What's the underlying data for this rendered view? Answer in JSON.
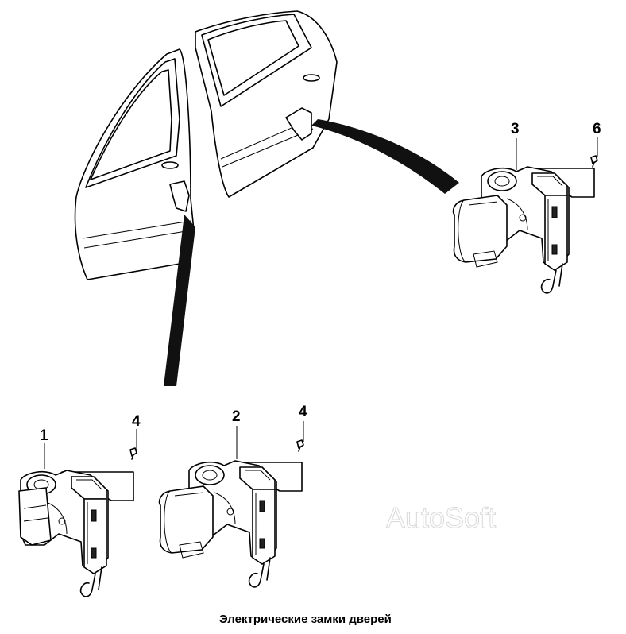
{
  "caption": "Электрические замки дверей",
  "watermark": "AutoSoft",
  "callouts": {
    "front_lock": "1",
    "rear_lock_left": "2",
    "rear_lock_right": "3",
    "screw_front": "4",
    "screw_rear_left": "4",
    "screw_rear_right": "6"
  },
  "colors": {
    "line": "#000000",
    "background": "#ffffff",
    "watermark": "#d9d9d9"
  }
}
